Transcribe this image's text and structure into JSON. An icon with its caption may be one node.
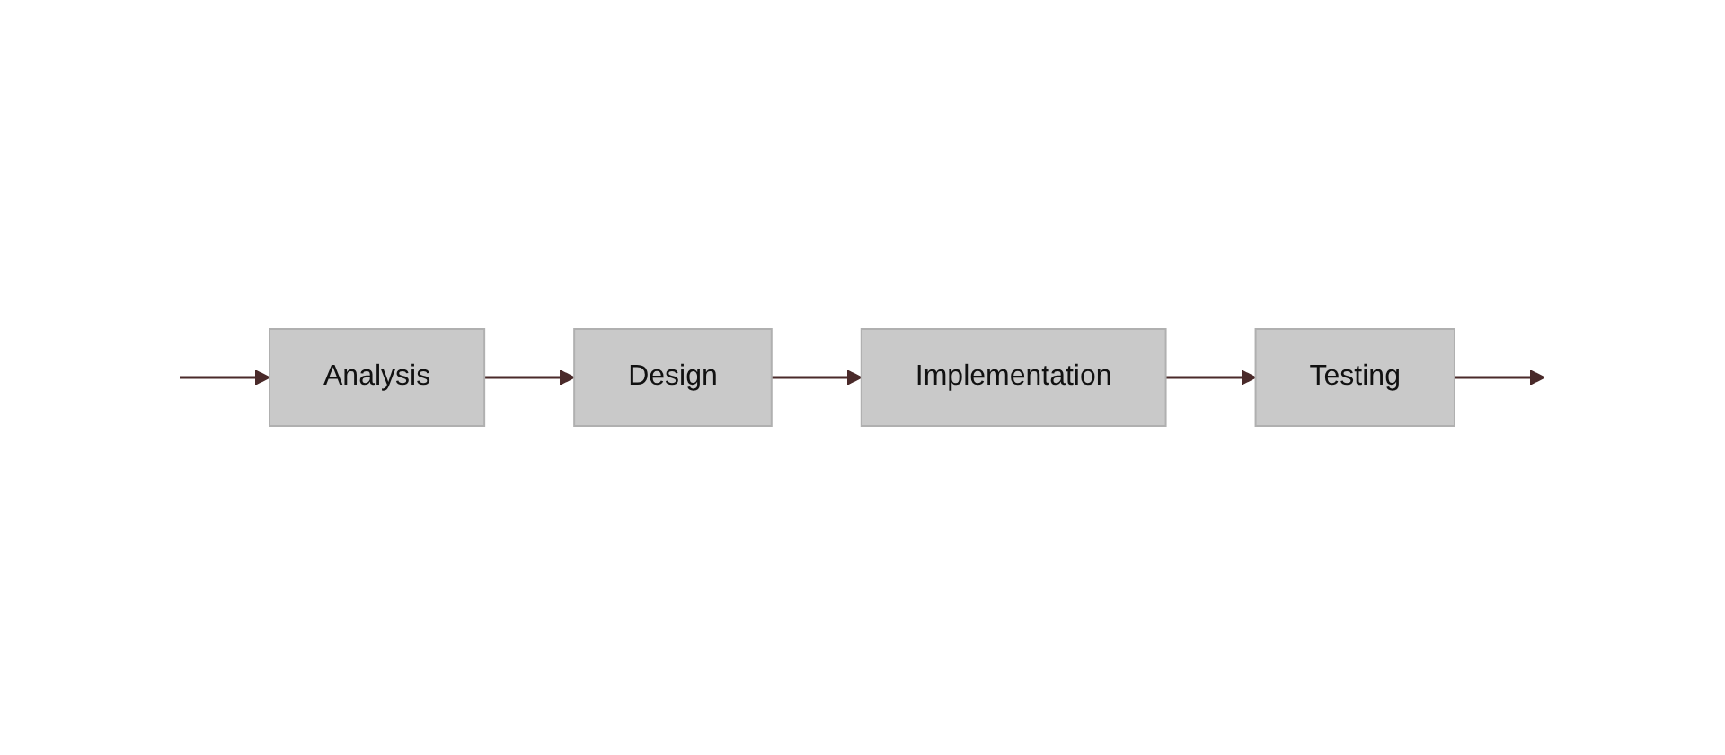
{
  "diagram": {
    "nodes": [
      {
        "text": [
          "Analysis"
        ]
      },
      {
        "text": [
          "Design"
        ]
      },
      {
        "text": [
          "Implementation"
        ]
      },
      {
        "text": [
          "Testing"
        ]
      }
    ],
    "edges": [
      {
        "from": null,
        "to": 0,
        "arrow": "to"
      },
      {
        "from": 0,
        "to": 1,
        "arrow": "to"
      },
      {
        "from": 1,
        "to": 2,
        "arrow": "to"
      },
      {
        "from": 2,
        "to": 3,
        "arrow": "to"
      },
      {
        "from": 3,
        "to": null,
        "arrow": "to"
      }
    ]
  }
}
